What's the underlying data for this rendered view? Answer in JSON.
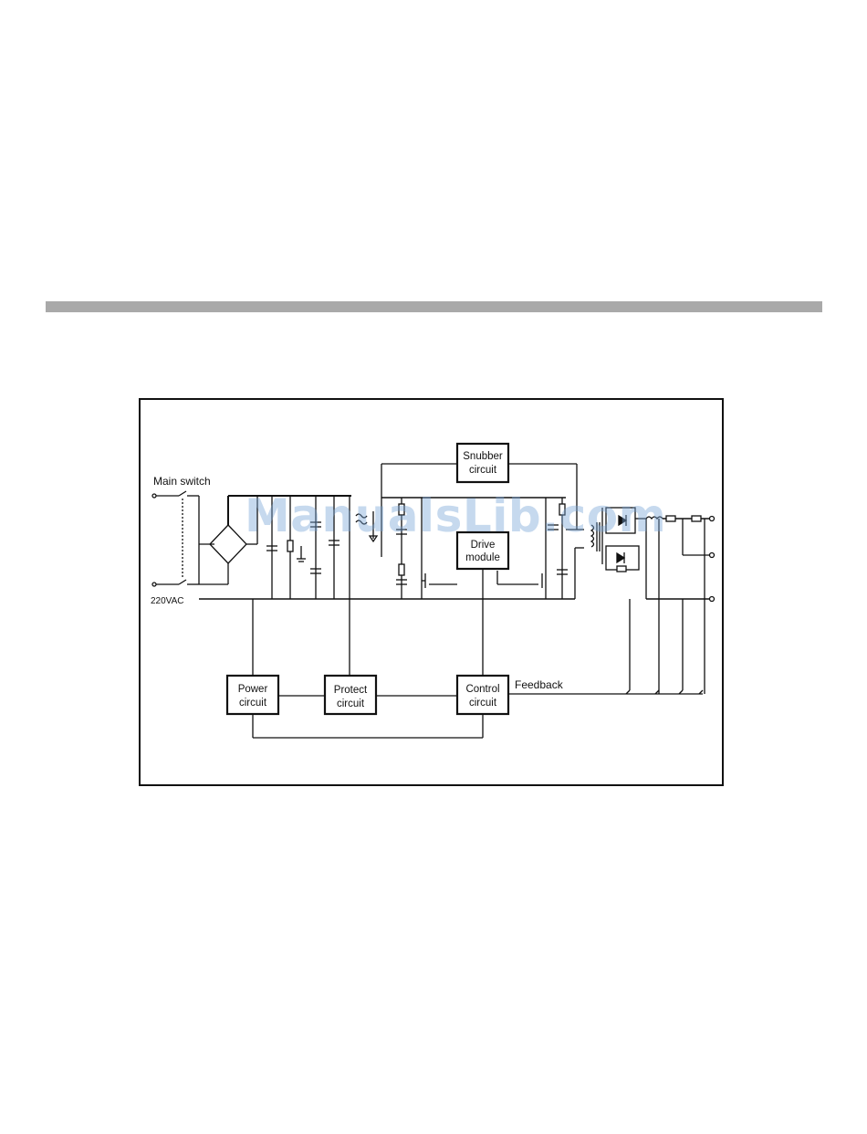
{
  "page": {
    "background": "#ffffff",
    "rule_color": "#a9a9a9"
  },
  "diagram": {
    "labels": {
      "main_switch": "Main switch",
      "input_voltage": "220VAC",
      "feedback": "Feedback"
    },
    "blocks": {
      "snubber": [
        "Snubber",
        "circuit"
      ],
      "drive": [
        "Drive",
        "module"
      ],
      "power": [
        "Power",
        "circuit"
      ],
      "protect": [
        "Protect",
        "circuit"
      ],
      "control": [
        "Control",
        "circuit"
      ]
    },
    "watermark": "ManualsLib.com"
  }
}
